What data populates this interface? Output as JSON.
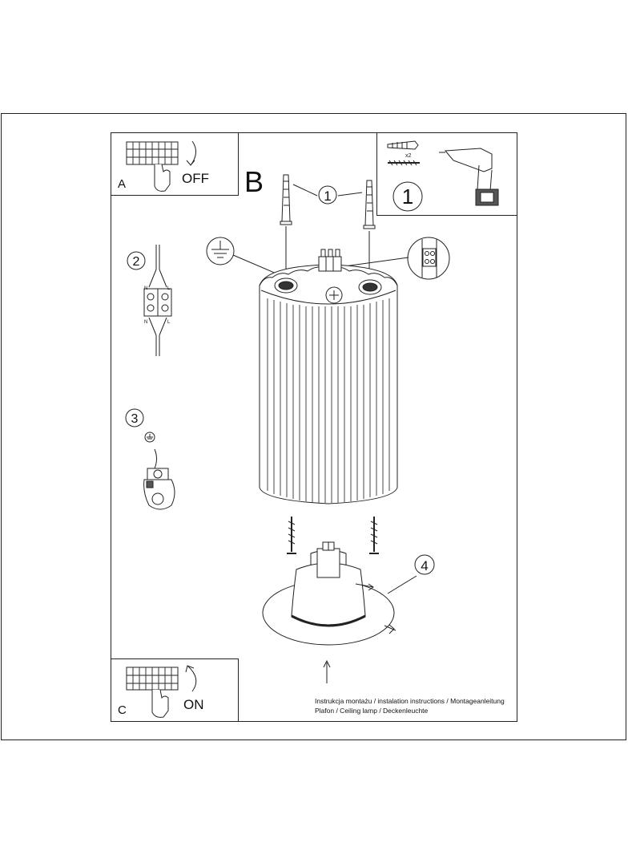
{
  "panels": {
    "a": {
      "letter": "A",
      "state": "OFF"
    },
    "b": {
      "letter": "B"
    },
    "c": {
      "letter": "C",
      "state": "ON"
    }
  },
  "tools": {
    "step": "1",
    "screws_count": "x2"
  },
  "steps": {
    "s1": "1",
    "s2": "2",
    "s3": "3",
    "s4": "4"
  },
  "terminal_labels": {
    "n": "N",
    "l": "L"
  },
  "caption": {
    "line1": "Instrukcja montażu / instalation instructions / Montageanleitung",
    "line2": "Plafon / Ceiling lamp / Deckenleuchte"
  }
}
